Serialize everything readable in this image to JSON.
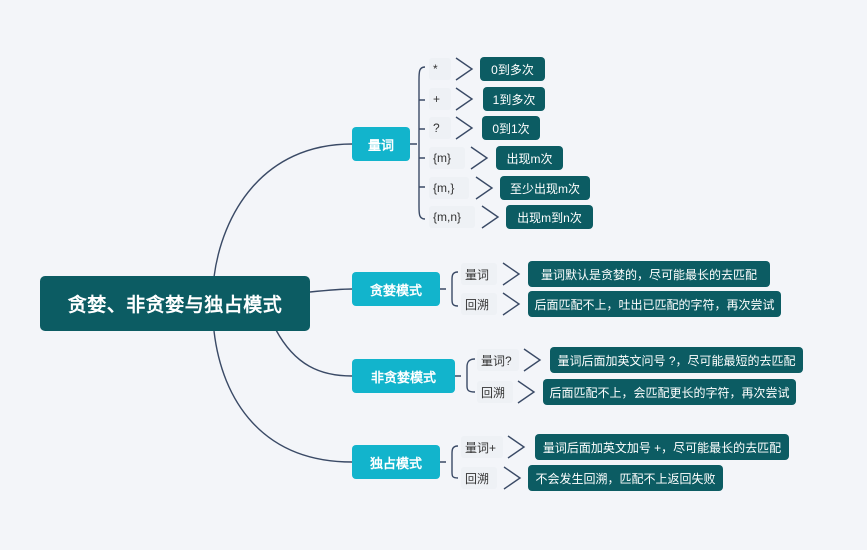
{
  "root": {
    "text": "贪婪、非贪婪与独占模式"
  },
  "branches": [
    {
      "title": "量词",
      "items": [
        {
          "label": "*",
          "desc": "0到多次"
        },
        {
          "label": "+",
          "desc": "1到多次"
        },
        {
          "label": "?",
          "desc": "0到1次"
        },
        {
          "label": "{m}",
          "desc": "出现m次"
        },
        {
          "label": "{m,}",
          "desc": "至少出现m次"
        },
        {
          "label": "{m,n}",
          "desc": "出现m到n次"
        }
      ]
    },
    {
      "title": "贪婪模式",
      "items": [
        {
          "label": "量词",
          "desc": "量词默认是贪婪的，尽可能最长的去匹配"
        },
        {
          "label": "回溯",
          "desc": "后面匹配不上，吐出已匹配的字符，再次尝试"
        }
      ]
    },
    {
      "title": "非贪婪模式",
      "items": [
        {
          "label": "量词?",
          "desc": "量词后面加英文问号 ?，尽可能最短的去匹配"
        },
        {
          "label": "回溯",
          "desc": "后面匹配不上，会匹配更长的字符，再次尝试"
        }
      ]
    },
    {
      "title": "独占模式",
      "items": [
        {
          "label": "量词+",
          "desc": "量词后面加英文加号 +，尽可能最长的去匹配"
        },
        {
          "label": "回溯",
          "desc": "不会发生回溯，匹配不上返回失败"
        }
      ]
    }
  ],
  "colors": {
    "root": "#0c5c63",
    "branch": "#12b4cc",
    "leaf": "#0c5c63",
    "line": "#3a4a66",
    "background": "#f3f5f9"
  }
}
